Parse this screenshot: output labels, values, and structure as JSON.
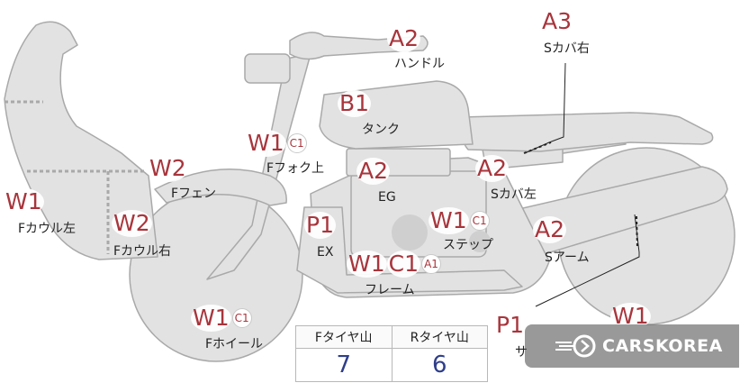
{
  "parts": [
    {
      "name": "handle",
      "label": "ハンドル",
      "code": "A2",
      "sub": ""
    },
    {
      "name": "side-cover-right",
      "label": "Sカバ右",
      "code": "A3",
      "sub": ""
    },
    {
      "name": "tank",
      "label": "タンク",
      "code": "B1",
      "sub": ""
    },
    {
      "name": "front-fork-upper",
      "label": "Fフォク上",
      "code": "W1",
      "sub": "C1"
    },
    {
      "name": "front-fender",
      "label": "Fフェン",
      "code": "W2",
      "sub": ""
    },
    {
      "name": "engine",
      "label": "EG",
      "code": "A2",
      "sub": ""
    },
    {
      "name": "side-cover-left",
      "label": "Sカバ左",
      "code": "A2",
      "sub": ""
    },
    {
      "name": "front-cowl-left",
      "label": "Fカウル左",
      "code": "W1",
      "sub": ""
    },
    {
      "name": "front-cowl-right",
      "label": "Fカウル右",
      "code": "W2",
      "sub": ""
    },
    {
      "name": "exhaust",
      "label": "EX",
      "code": "P1",
      "sub": ""
    },
    {
      "name": "step",
      "label": "ステップ",
      "code": "W1",
      "sub": "C1"
    },
    {
      "name": "swing-arm",
      "label": "Sアーム",
      "code": "A2",
      "sub": ""
    },
    {
      "name": "frame",
      "label": "フレーム",
      "code": "W1",
      "sub": "C1",
      "sub2": "A1"
    },
    {
      "name": "front-wheel",
      "label": "Fホイール",
      "code": "W1",
      "sub": "C1"
    },
    {
      "name": "silencer",
      "label": "サ",
      "code": "P1",
      "sub": ""
    },
    {
      "name": "rear-wheel",
      "label": "",
      "code": "W1",
      "sub": ""
    }
  ],
  "tread": {
    "front_header": "Fタイヤ山",
    "rear_header": "Rタイヤ山",
    "front_value": "7",
    "rear_value": "6"
  },
  "brand": {
    "text": "CARSKOREA"
  },
  "colors": {
    "part_fill": "#e2e2e2",
    "part_stroke": "#a9a9a9",
    "code_red": "#a8353c",
    "value_blue": "#2f3e8a"
  }
}
